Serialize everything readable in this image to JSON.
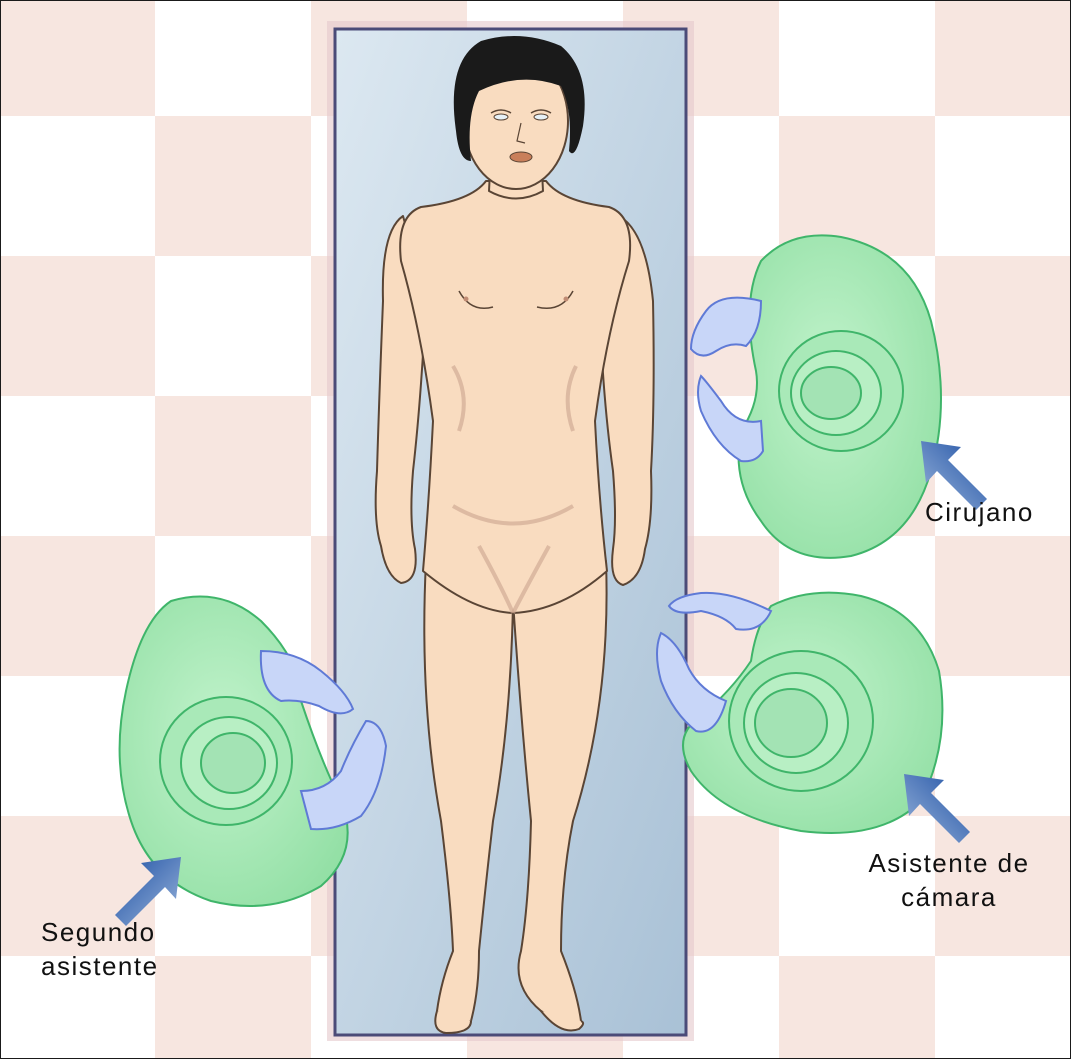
{
  "figure": {
    "roles": {
      "surgeon": "Cirujano",
      "camera_assistant": [
        "Asistente de",
        "cámara"
      ],
      "second_assistant": [
        "Segundo",
        "asistente"
      ]
    },
    "colors": {
      "floor_pink": "#f7e6e0",
      "floor_white": "#ffffff",
      "table_fill": "#c9dbe8",
      "table_border": "#4b4b78",
      "skin": "#f9dcc0",
      "skin_line": "#5a4535",
      "gown": "#a8eab6",
      "gown_line": "#3fb56a",
      "glove": "#c8d6f8",
      "glove_line": "#5f7ad6",
      "arrow": "#1e56a8",
      "hair": "#1a1a1a"
    },
    "icons": [
      "arrow-icon"
    ]
  }
}
